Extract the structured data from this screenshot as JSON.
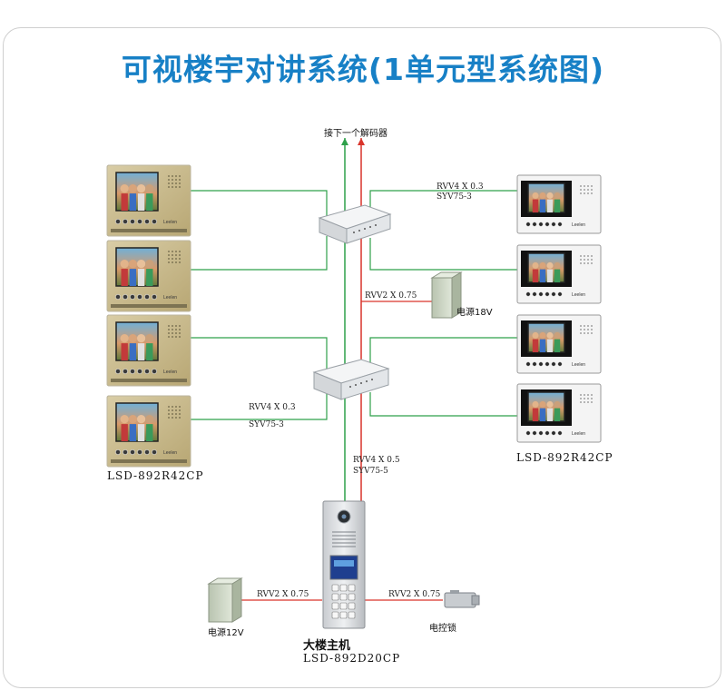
{
  "title": "可视楼宇对讲系统(1单元型系统图)",
  "labels": {
    "next_decoder": "接下一个解码器",
    "top_right_cable_1": "RVV4 X 0.3",
    "top_right_cable_2": "SYV75-3",
    "power_cable": "RVV2 X 0.75",
    "power_18v": "电源18V",
    "left_cable_1": "RVV4 X 0.3",
    "left_cable_2": "SYV75-3",
    "riser_cable_1": "RVV4 X 0.5",
    "riser_cable_2": "SYV75-5",
    "model_left": "LSD-892R42CP",
    "model_right": "LSD-892R42CP",
    "psu12_cable": "RVV2 X 0.75",
    "psu_12v": "电源12V",
    "lock_cable": "RVV2 X 0.75",
    "lock": "电控锁",
    "main_unit_cn": "大楼主机",
    "main_unit_model": "LSD-892D20CP"
  },
  "brand_mark": "Leelen",
  "colors": {
    "title": "#1780c6",
    "video_line": "#2ea04a",
    "power_line": "#d9342b",
    "monitor_gold": "#c9b98a",
    "monitor_white": "#f2f2f2"
  }
}
